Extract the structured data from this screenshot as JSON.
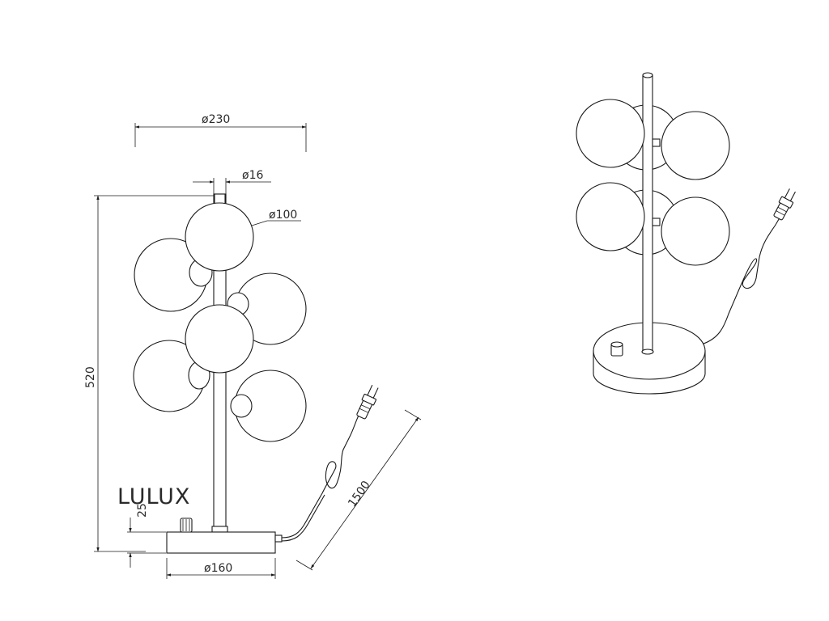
{
  "brand": "LULUX",
  "dimensions": {
    "overall_width": "ø230",
    "rod_diameter": "ø16",
    "globe_diameter": "ø100",
    "total_height": "520",
    "base_height": "25",
    "base_diameter": "ø160",
    "cable_length": "1500"
  },
  "icons": {
    "plug": "plug-icon",
    "dimmer": "dimmer-knob-icon"
  }
}
